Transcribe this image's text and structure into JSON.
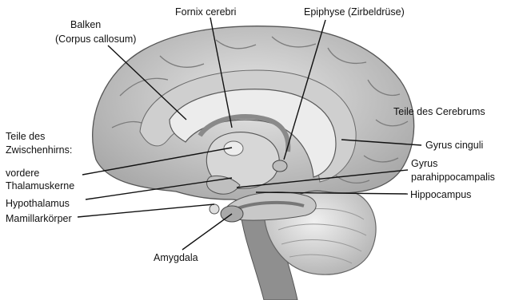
{
  "labels": {
    "balken": "Balken",
    "corpus_callosum": "(Corpus callosum)",
    "fornix": "Fornix cerebri",
    "epiphyse": "Epiphyse (Zirbeldrüse)",
    "teile_cerebrum": "Teile des Cerebrums",
    "teile_zwischenhirn_1": "Teile des",
    "teile_zwischenhirn_2": "Zwischenhirns:",
    "gyrus_cinguli": "Gyrus cinguli",
    "vordere_1": "vordere",
    "vordere_2": "Thalamuskerne",
    "gyrus_para_1": "Gyrus",
    "gyrus_para_2": "parahippocampalis",
    "hypothalamus": "Hypothalamus",
    "hippocampus": "Hippocampus",
    "mamillar": "Mamillarkörper",
    "amygdala": "Amygdala"
  }
}
